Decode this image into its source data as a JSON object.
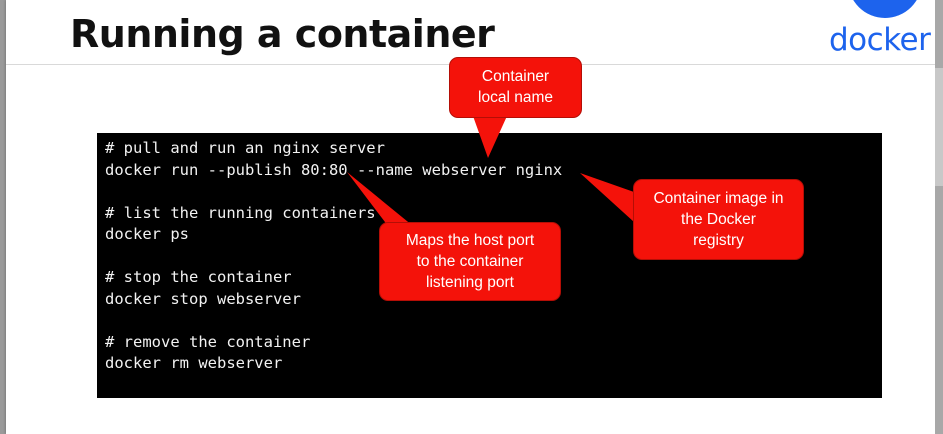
{
  "slide": {
    "title": "Running a container",
    "logo_text": "docker"
  },
  "terminal": {
    "lines": [
      "# pull and run an nginx server",
      "docker run --publish 80:80 --name webserver nginx",
      "",
      "# list the running containers",
      "docker ps",
      "",
      "# stop the container",
      "docker stop webserver",
      "",
      "# remove the container",
      "docker rm webserver"
    ]
  },
  "callouts": {
    "local_name": {
      "lines": [
        "Container",
        "local name"
      ]
    },
    "image": {
      "lines": [
        "Container image in",
        "the Docker",
        "registry"
      ]
    },
    "port": {
      "lines": [
        "Maps the host port",
        "to the container",
        "listening port"
      ]
    }
  },
  "colors": {
    "callout_red": "#f4120a",
    "docker_blue": "#1d63ed",
    "terminal_bg": "#000000"
  }
}
